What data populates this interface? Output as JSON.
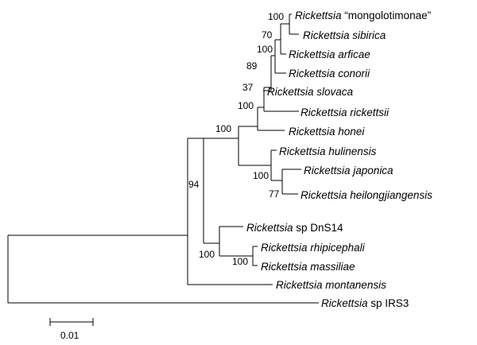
{
  "taxa": [
    {
      "genus": "Rickettsia",
      "species": "“mongolotimonae”",
      "italic_species": false
    },
    {
      "genus": "Rickettsia",
      "species": "sibirica",
      "italic_species": true
    },
    {
      "genus": "Rickettsia",
      "species": "arficae",
      "italic_species": true
    },
    {
      "genus": "Rickettsia",
      "species": "conorii",
      "italic_species": true
    },
    {
      "genus": "Rickettsia",
      "species": "slovaca",
      "italic_species": true
    },
    {
      "genus": "Rickettsia",
      "species": "rickettsii",
      "italic_species": true
    },
    {
      "genus": "Rickettsia",
      "species": "honei",
      "italic_species": true
    },
    {
      "genus": "Rickettsia",
      "species": "hulinensis",
      "italic_species": true
    },
    {
      "genus": "Rickettsia",
      "species": "japonica",
      "italic_species": true
    },
    {
      "genus": "Rickettsia",
      "species": "heilongjiangensis",
      "italic_species": true
    },
    {
      "genus": "Rickettsia",
      "species": "sp DnS14",
      "italic_species": false
    },
    {
      "genus": "Rickettsia",
      "species": "rhipicephali",
      "italic_species": true
    },
    {
      "genus": "Rickettsia",
      "species": "massiliae",
      "italic_species": true
    },
    {
      "genus": "Rickettsia",
      "species": "montanensis",
      "italic_species": true
    },
    {
      "genus": "Rickettsia",
      "species": "sp IRS3",
      "italic_species": false
    }
  ],
  "support_values": [
    "100",
    "70",
    "100",
    "89",
    "37",
    "100",
    "100",
    "100",
    "77",
    "94",
    "100",
    "100"
  ],
  "scale_bar": {
    "label": "0.01"
  }
}
